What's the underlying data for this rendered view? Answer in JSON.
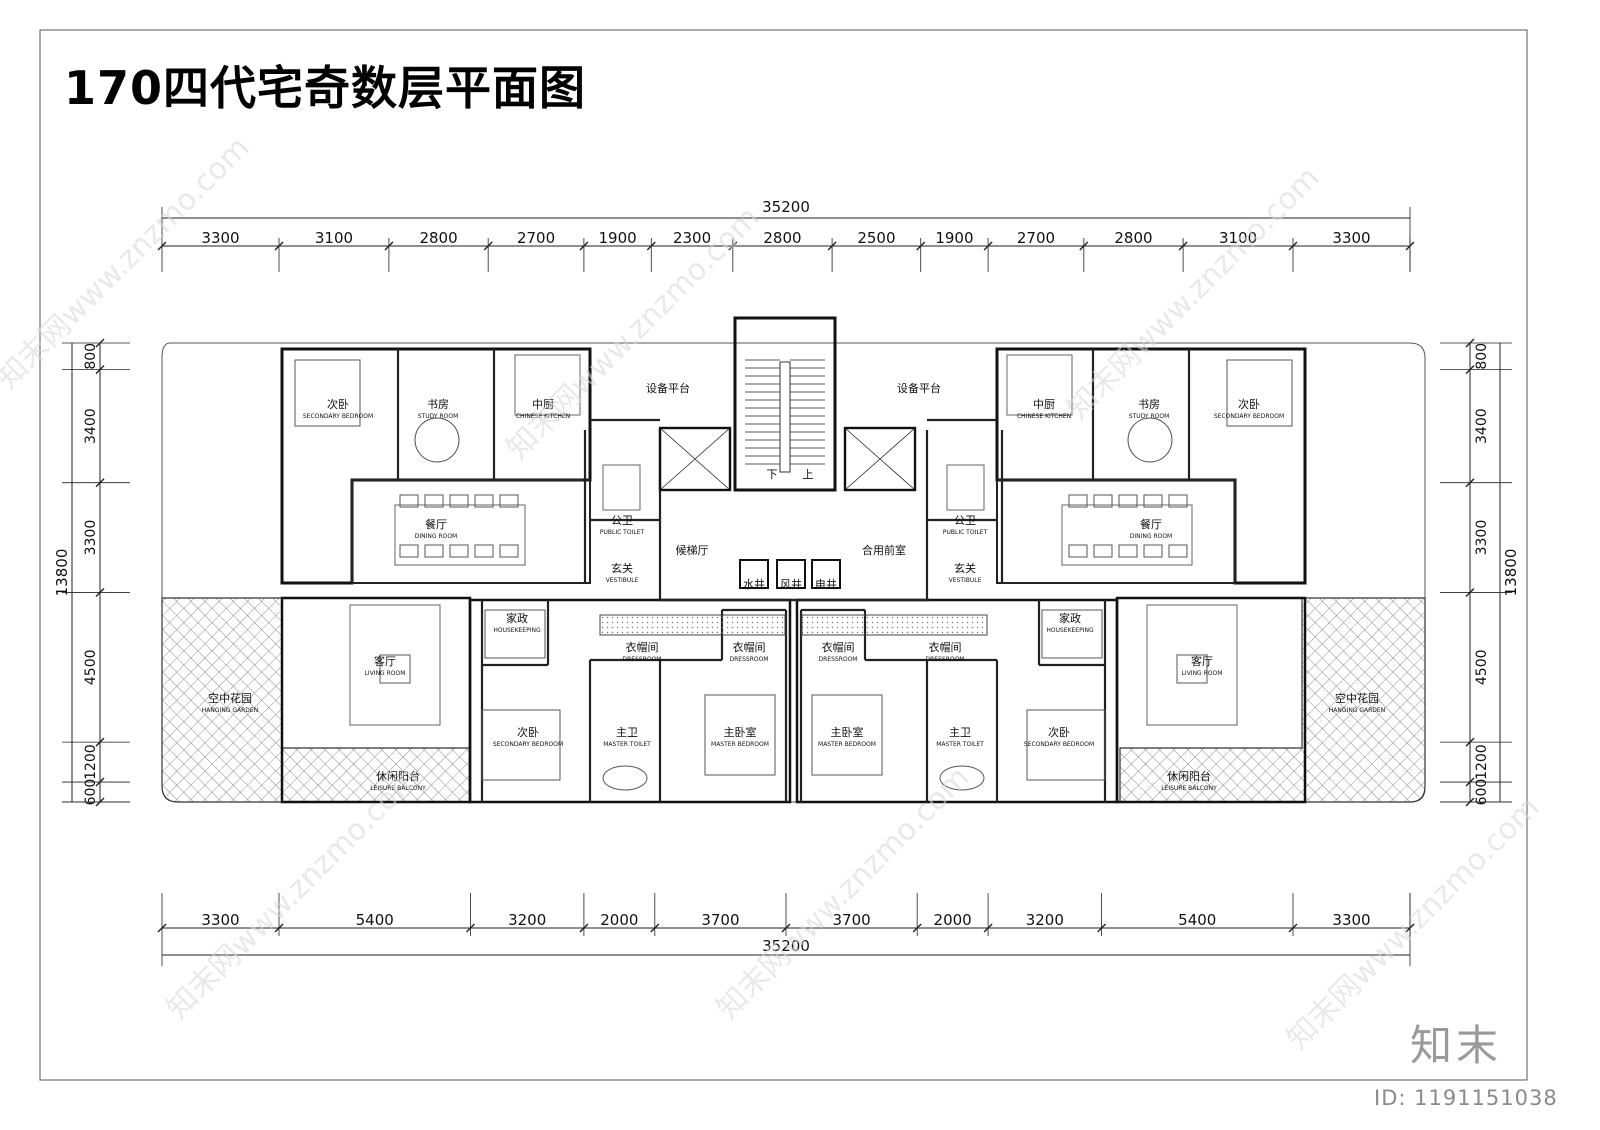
{
  "title": "170四代宅奇数层平面图",
  "watermark": {
    "brand": "知末",
    "image_id": "ID: 1191151038",
    "url_text": "知末网www.znzmo.com"
  },
  "dimensions": {
    "top_total": "35200",
    "top": [
      "3300",
      "3100",
      "2800",
      "2700",
      "1900",
      "2300",
      "2800",
      "2500",
      "1900",
      "2700",
      "2800",
      "3100",
      "3300"
    ],
    "bottom_total": "35200",
    "bottom": [
      "3300",
      "5400",
      "3200",
      "2000",
      "3700",
      "3700",
      "2000",
      "3200",
      "5400",
      "3300"
    ],
    "side_total": "13800",
    "side": [
      "800",
      "3400",
      "3300",
      "4500",
      "1200",
      "600"
    ]
  },
  "rooms": {
    "secondary_bedroom": {
      "cn": "次卧",
      "en": "SECONDARY BEDROOM"
    },
    "study": {
      "cn": "书房",
      "en": "STUDY ROOM"
    },
    "kitchen": {
      "cn": "中厨",
      "en": "CHINESE KITCHEN"
    },
    "equipment": {
      "cn": "设备平台"
    },
    "dining": {
      "cn": "餐厅",
      "en": "DINING ROOM"
    },
    "public_toilet": {
      "cn": "公卫",
      "en": "PUBLIC TOILET"
    },
    "vestibule": {
      "cn": "玄关",
      "en": "VESTIBULE"
    },
    "elevator_hall": {
      "cn": "候梯厅"
    },
    "shared_front": {
      "cn": "合用前室"
    },
    "water_shaft": {
      "cn": "水井"
    },
    "air_shaft": {
      "cn": "风井"
    },
    "elec_shaft": {
      "cn": "电井"
    },
    "stair_down": {
      "cn": "下"
    },
    "stair_up": {
      "cn": "上"
    },
    "housekeeping": {
      "cn": "家政",
      "en": "HOUSEKEEPING"
    },
    "living": {
      "cn": "客厅",
      "en": "LIVING ROOM"
    },
    "dressroom": {
      "cn": "衣帽间",
      "en": "DRESSROOM"
    },
    "hanging_garden": {
      "cn": "空中花园",
      "en": "HANGING GARDEN"
    },
    "master_toilet": {
      "cn": "主卫",
      "en": "MASTER TOILET"
    },
    "master_bedroom": {
      "cn": "主卧室",
      "en": "MASTER BEDROOM"
    },
    "leisure_balcony": {
      "cn": "休闲阳台",
      "en": "LEISURE BALCONY"
    }
  }
}
